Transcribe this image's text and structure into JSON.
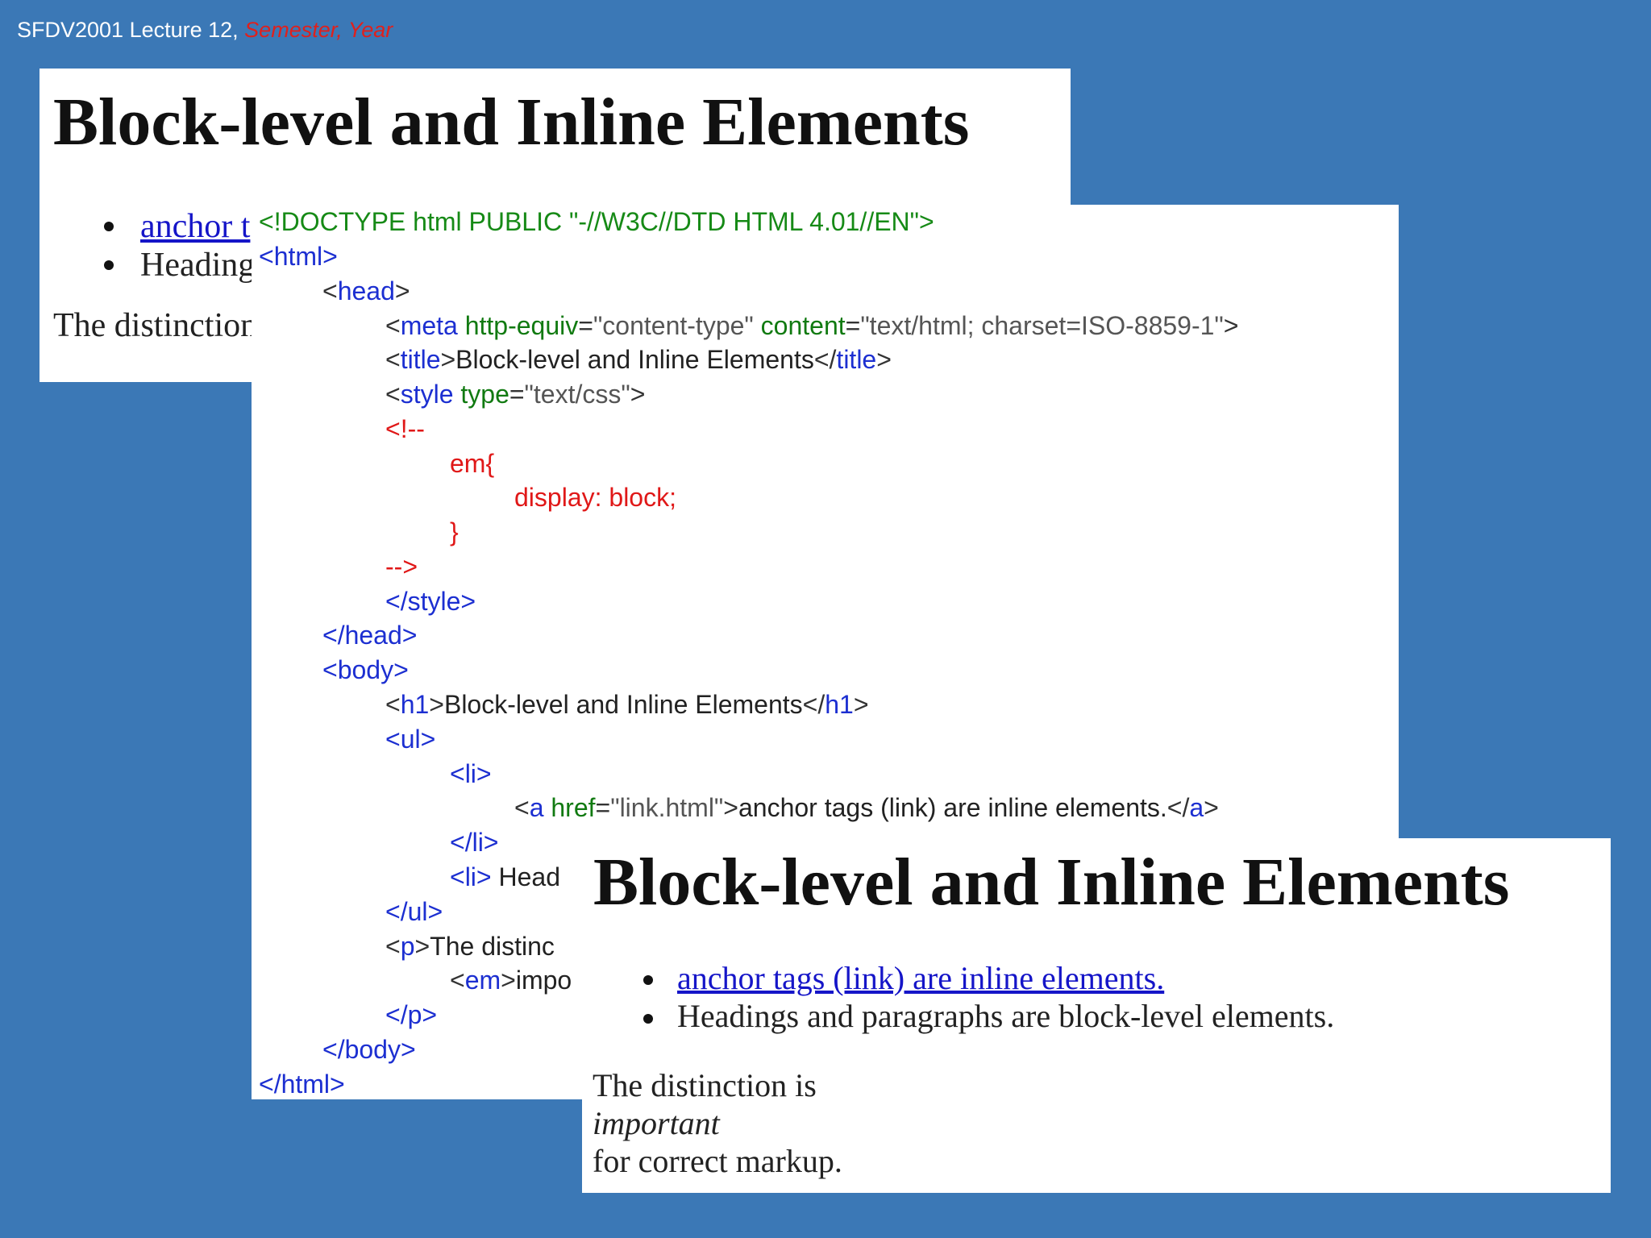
{
  "header": {
    "course": "SFDV2001 Lecture 12, ",
    "semester": "Semester, Year"
  },
  "back_render": {
    "heading": "Block-level and Inline Elements",
    "item1": "anchor t",
    "item2": "Heading",
    "para": "The distinction"
  },
  "code": {
    "doctype": "<!DOCTYPE html PUBLIC \"-//W3C//DTD HTML 4.01//EN\">",
    "html_open": "<html>",
    "head_open_lt": "<",
    "head_open_tag": "head",
    "head_open_gt": ">",
    "meta_lt": "<",
    "meta_tag": "meta",
    "meta_attr1": " http-equiv",
    "meta_eq1": "=",
    "meta_val1": "\"content-type\"",
    "meta_attr2": " content",
    "meta_eq2": "=",
    "meta_val2": "\"text/html; charset=ISO-8859-1\"",
    "meta_gt": ">",
    "title_lt": "<",
    "title_tag": "title",
    "title_gt": ">",
    "title_text": "Block-level and Inline Elements",
    "title_close_lt": "</",
    "title_close_tag": "title",
    "title_close_gt": ">",
    "style_lt": "<",
    "style_tag": "style",
    "style_attr": " type",
    "style_eq": "=",
    "style_val": "\"text/css\"",
    "style_gt": ">",
    "comment_open": "<!--",
    "css_selector": "em{",
    "css_rule": "display: block;",
    "css_close": "}",
    "comment_close": "-->",
    "style_close": "</style>",
    "head_close": "</head>",
    "body_open": "<body>",
    "h1_lt": "<",
    "h1_tag": "h1",
    "h1_gt": ">",
    "h1_text": "Block-level and Inline Elements",
    "h1_close_lt": "</",
    "h1_close_tag": "h1",
    "h1_close_gt": ">",
    "ul_open": "<ul>",
    "li_open": "<li>",
    "a_lt": "<",
    "a_tag": "a",
    "a_attr": " href",
    "a_eq": "=",
    "a_val": "\"link.html\"",
    "a_gt": ">",
    "a_text": "anchor tags (link) are inline elements.",
    "a_close_lt": "</",
    "a_close_tag": "a",
    "a_close_gt": ">",
    "li_close": "</li>",
    "li2_open": "<li>",
    "li2_text": " Head",
    "ul_close": "</ul>",
    "p_lt": "<",
    "p_tag": "p",
    "p_gt": ">",
    "p_text": "The distinc",
    "em_lt": "<",
    "em_tag": "em",
    "em_gt": ">",
    "em_text": "impo",
    "p_close": "</p>",
    "body_close": "</body>",
    "html_close": "</html>"
  },
  "front_render": {
    "heading": "Block-level and Inline Elements",
    "link_text": "anchor tags (link) are inline elements.",
    "item2": "Headings and paragraphs are block-level elements.",
    "para_line1": "The distinction is",
    "para_em": "important",
    "para_line3": "for correct markup."
  }
}
